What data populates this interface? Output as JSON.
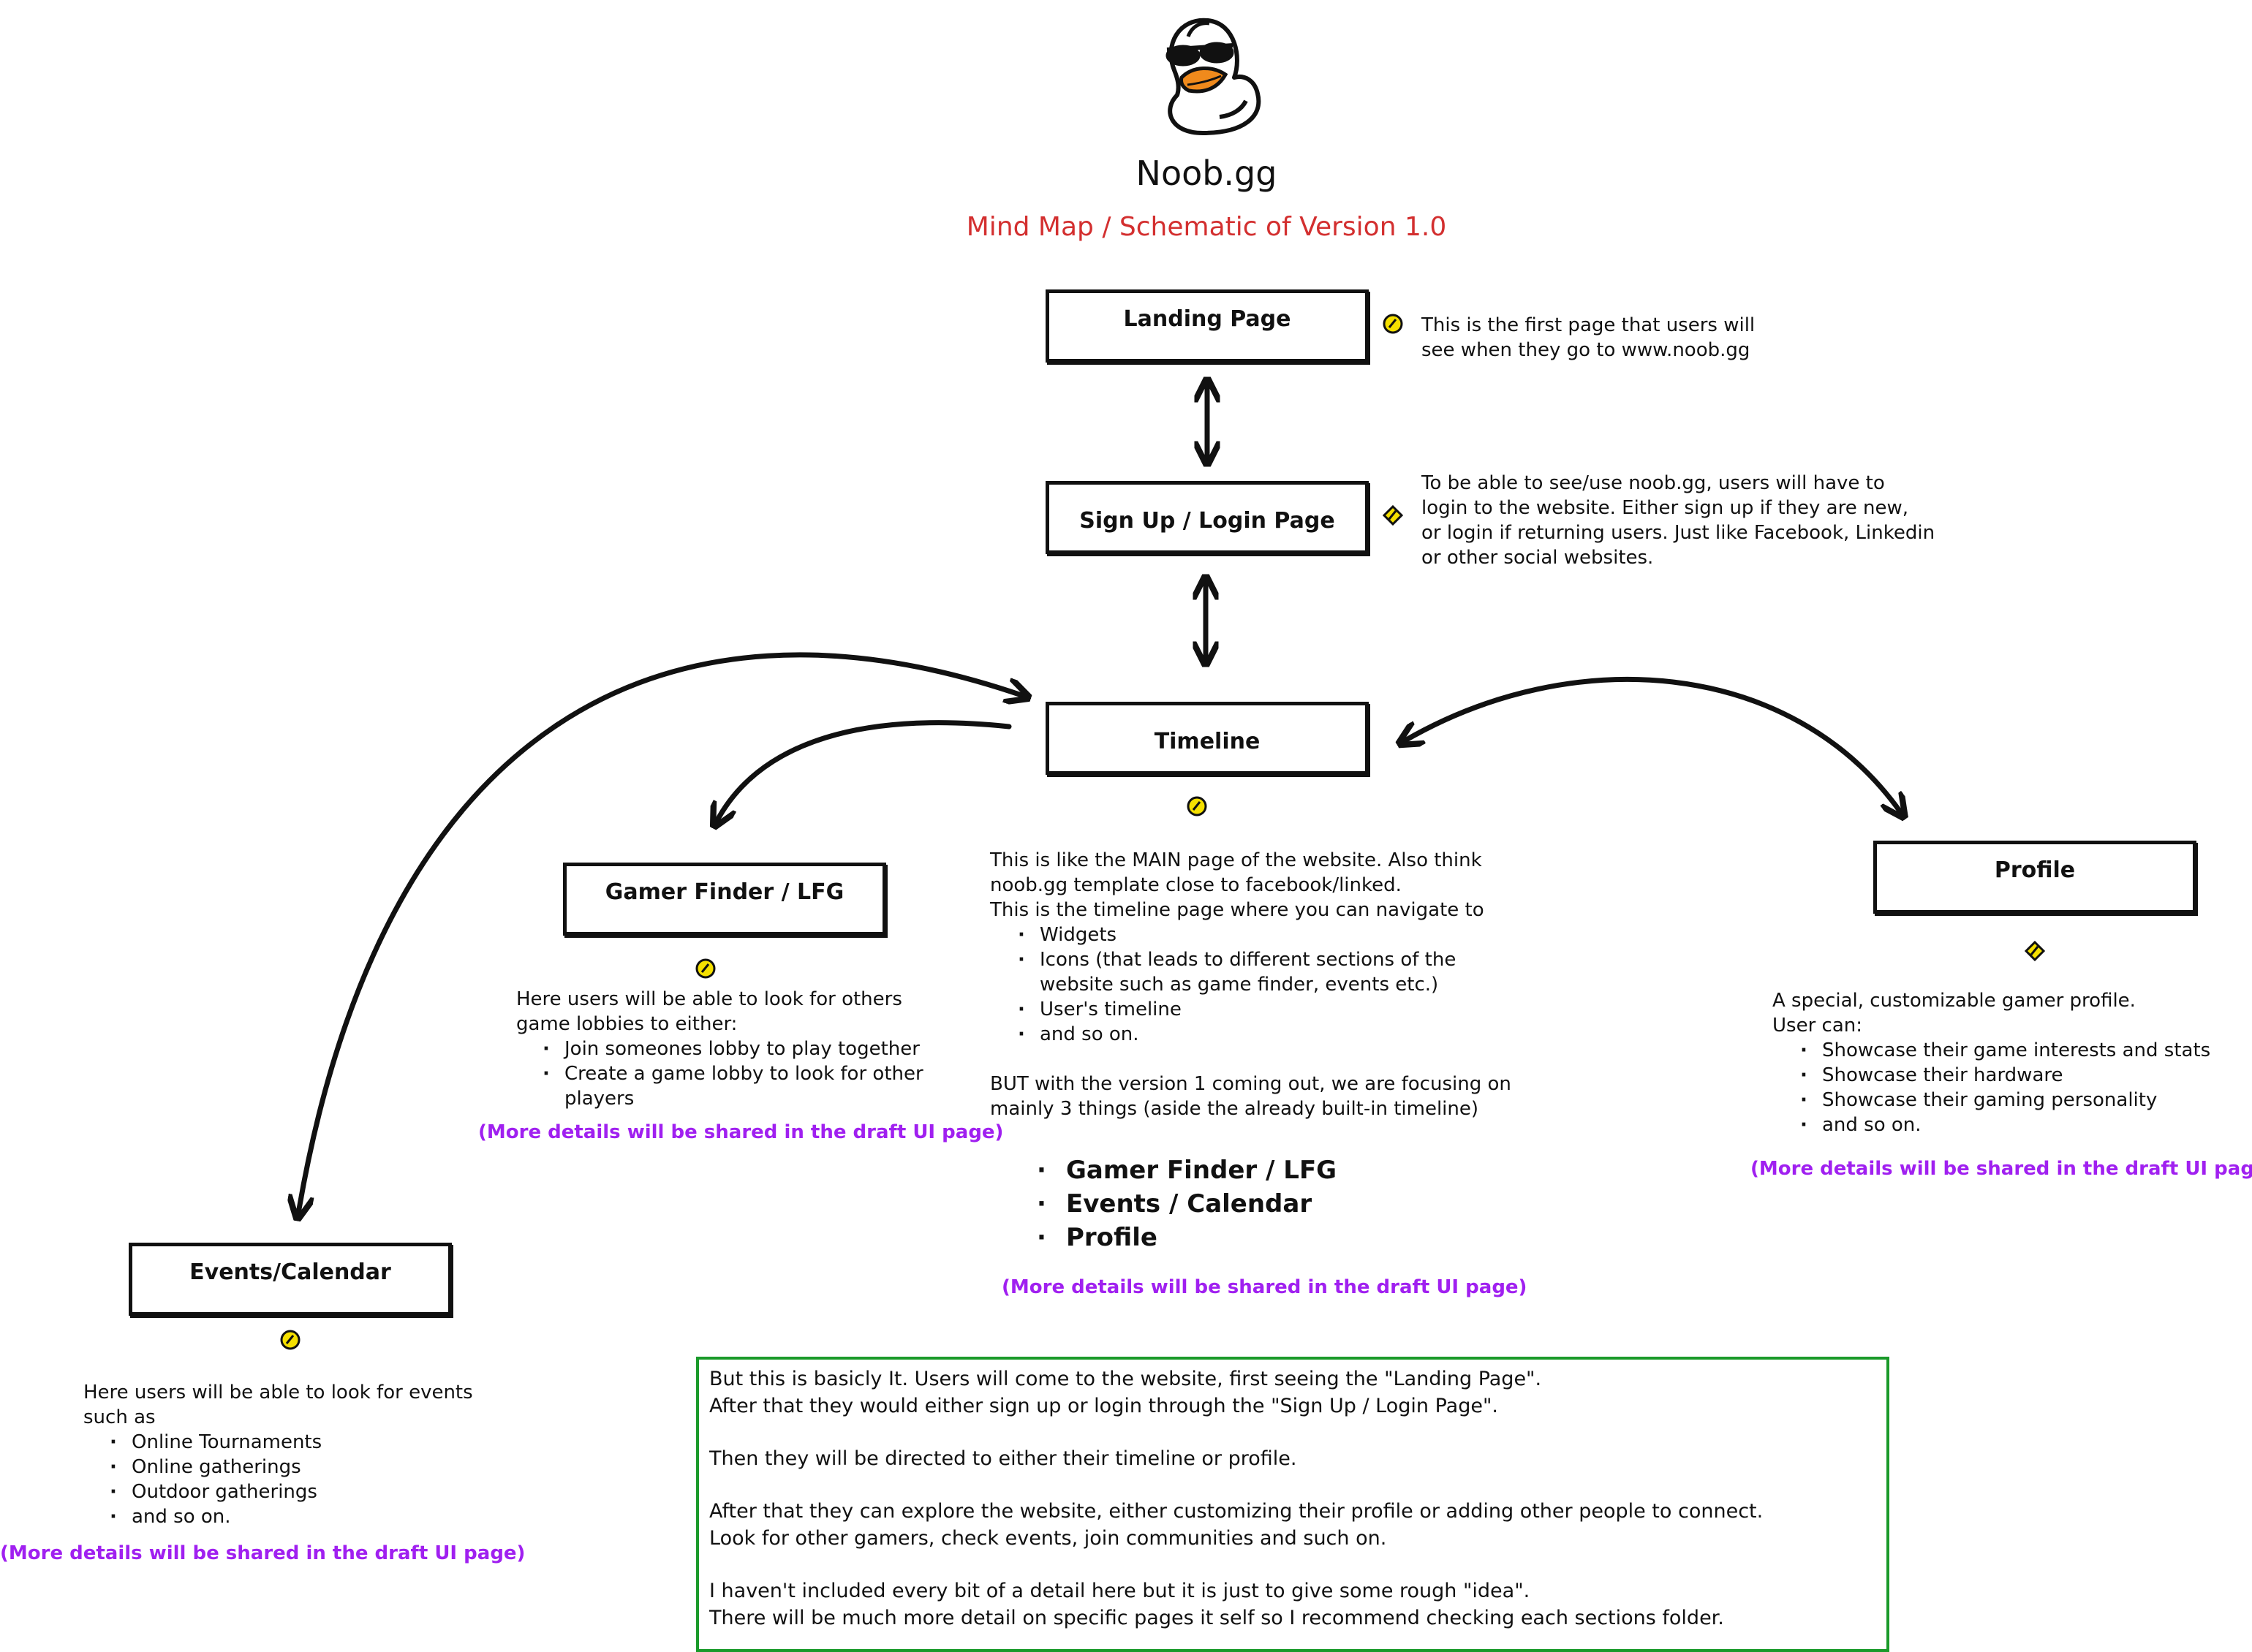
{
  "header": {
    "title": "Noob.gg",
    "subtitle": "Mind Map / Schematic of Version 1.0",
    "subtitle_color": "#d32f2f",
    "logo_icon": "duck-with-sunglasses-icon"
  },
  "colors": {
    "note_purple": "#a020f0",
    "summary_border_green": "#1a9a2a",
    "pin_yellow": "#f5e000"
  },
  "nodes": {
    "landing": "Landing Page",
    "signup": "Sign Up / Login Page",
    "timeline": "Timeline",
    "gamer_finder": "Gamer Finder / LFG",
    "profile": "Profile",
    "events": "Events/Calendar"
  },
  "descriptions": {
    "landing": [
      "This is the first page that users will",
      "see when they go to www.noob.gg"
    ],
    "signup": [
      "To be able to see/use noob.gg, users will have to",
      "login to the website. Either sign up if they are new,",
      "or login if returning users. Just like Facebook, Linkedin",
      "or other social websites."
    ],
    "timeline": {
      "intro": [
        "This is like the MAIN page of the website. Also think",
        "noob.gg template close to facebook/linked.",
        "This is the timeline page where you can navigate to"
      ],
      "bullets": [
        "Widgets",
        "Icons (that leads to different sections of the",
        "website such as game finder, events etc.)",
        "User's timeline",
        "and so on."
      ],
      "version_note": [
        "BUT with the version 1 coming out, we are focusing on",
        "mainly 3 things (aside the already built-in timeline)"
      ],
      "focus": [
        "Gamer Finder / LFG",
        "Events / Calendar",
        "Profile"
      ],
      "more": "(More details will be shared in the draft UI page)"
    },
    "gamer_finder": {
      "intro": [
        "Here users will be able to look for others",
        "game lobbies to either:"
      ],
      "bullets": [
        "Join someones lobby to play together",
        "Create a game lobby to look for other",
        "players"
      ],
      "more": "(More details will be shared in the draft UI page)"
    },
    "profile": {
      "intro": [
        "A special, customizable gamer profile.",
        "User can:"
      ],
      "bullets": [
        "Showcase their game interests and stats",
        "Showcase their hardware",
        "Showcase their gaming personality",
        "and so on."
      ],
      "more": "(More details will be shared in the draft UI page)"
    },
    "events": {
      "intro": [
        "Here users will be able to look for events",
        "such as"
      ],
      "bullets": [
        "Online Tournaments",
        "Online gatherings",
        "Outdoor gatherings",
        "and so on."
      ],
      "more": "(More details will be shared in the draft UI page)"
    }
  },
  "summary": [
    [
      "But this is basicly It. Users will come to the website, first seeing the \"Landing Page\".",
      "After that they would either sign up or login through the \"Sign Up / Login Page\"."
    ],
    [
      "Then they will be directed to either their timeline or profile."
    ],
    [
      "After that they can explore the website, either customizing their profile or adding other people to connect.",
      "Look for other gamers, check events, join communities and such on."
    ],
    [
      "I haven't included every bit of a detail here but it is just to give some rough \"idea\".",
      "There will be much more detail on specific pages it self so I recommend checking each sections folder."
    ]
  ]
}
